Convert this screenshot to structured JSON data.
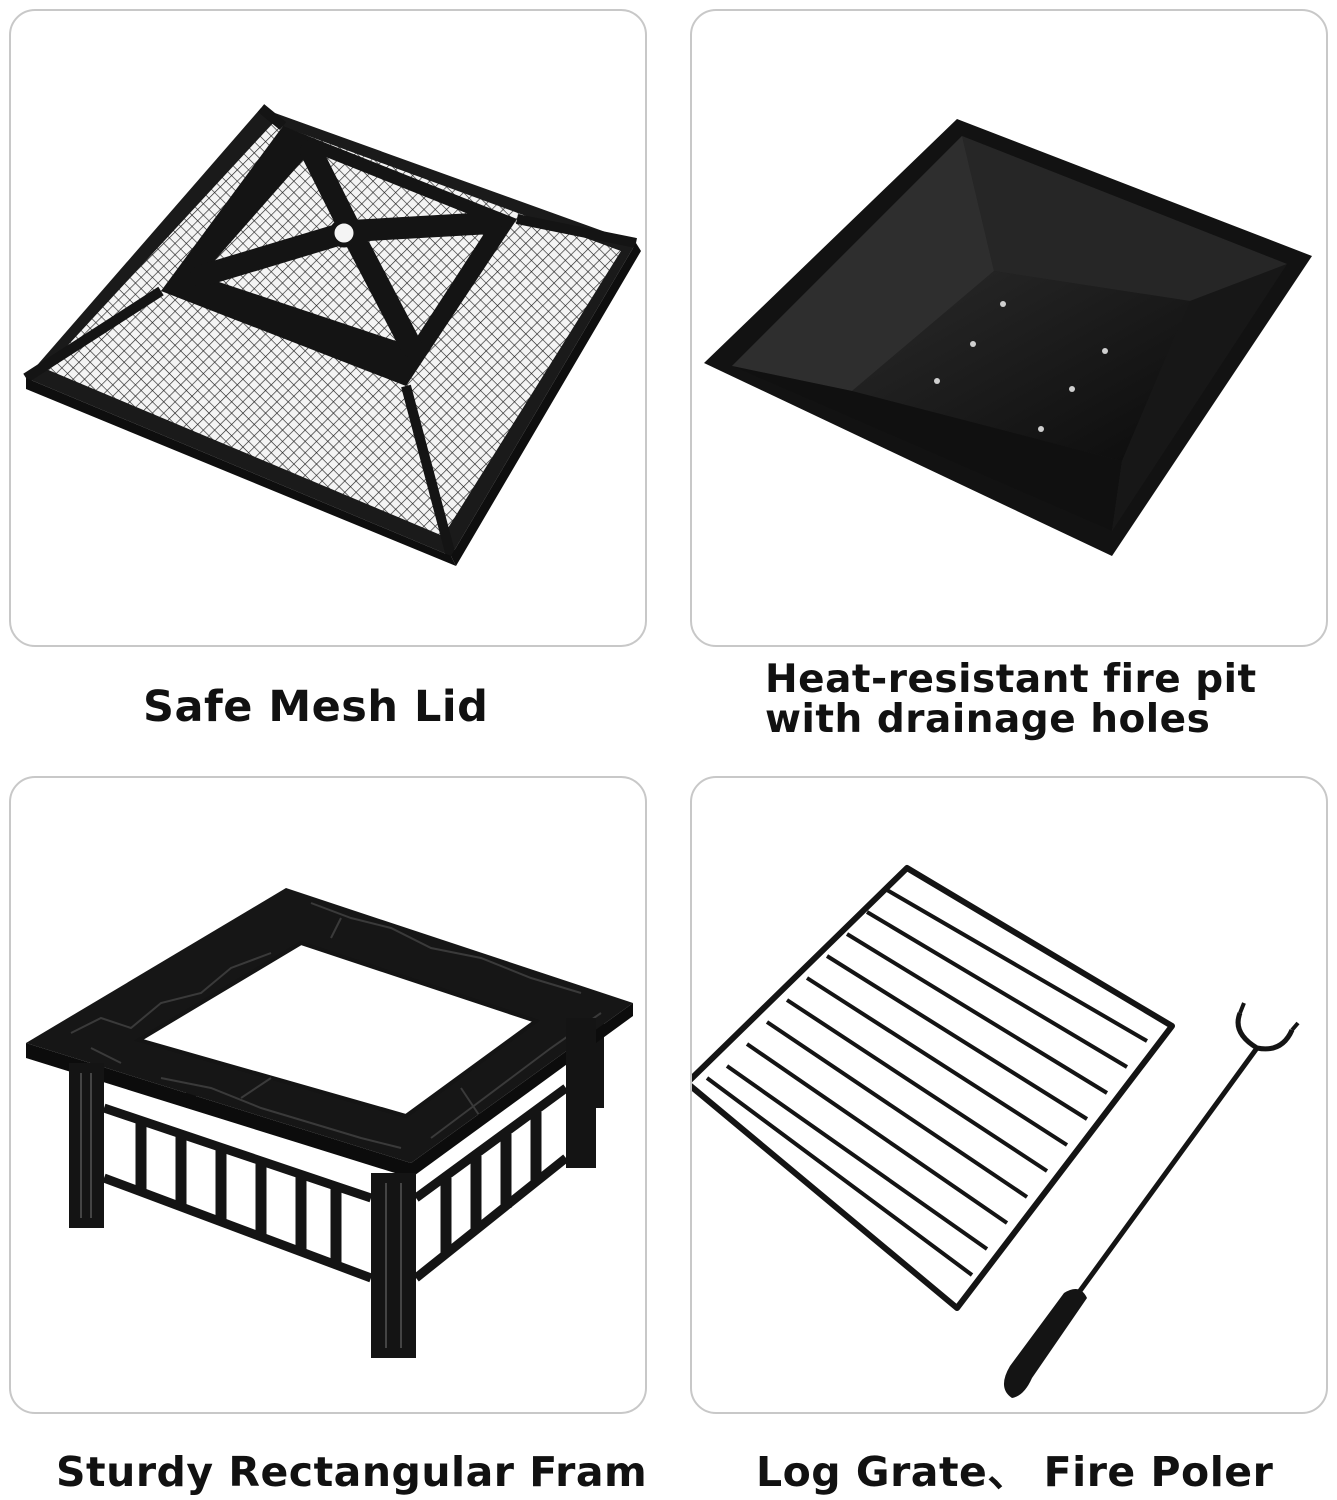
{
  "panels": [
    {
      "id": "mesh-lid",
      "icon": "mesh-lid-illustration",
      "caption": "Safe Mesh Lid"
    },
    {
      "id": "fire-pit-bowl",
      "icon": "fire-bowl-illustration",
      "caption_line1": "Heat-resistant fire pit",
      "caption_line2": "with drainage holes"
    },
    {
      "id": "frame",
      "icon": "table-frame-illustration",
      "caption": "Sturdy Rectangular Fram"
    },
    {
      "id": "accessories",
      "icon": "log-grate-and-poker-illustration",
      "caption": "Log Grate、 Fire Poler"
    }
  ],
  "colors": {
    "panel_border": "#c8c8c8",
    "metal": "#141414",
    "text": "#111111",
    "background": "#ffffff"
  }
}
